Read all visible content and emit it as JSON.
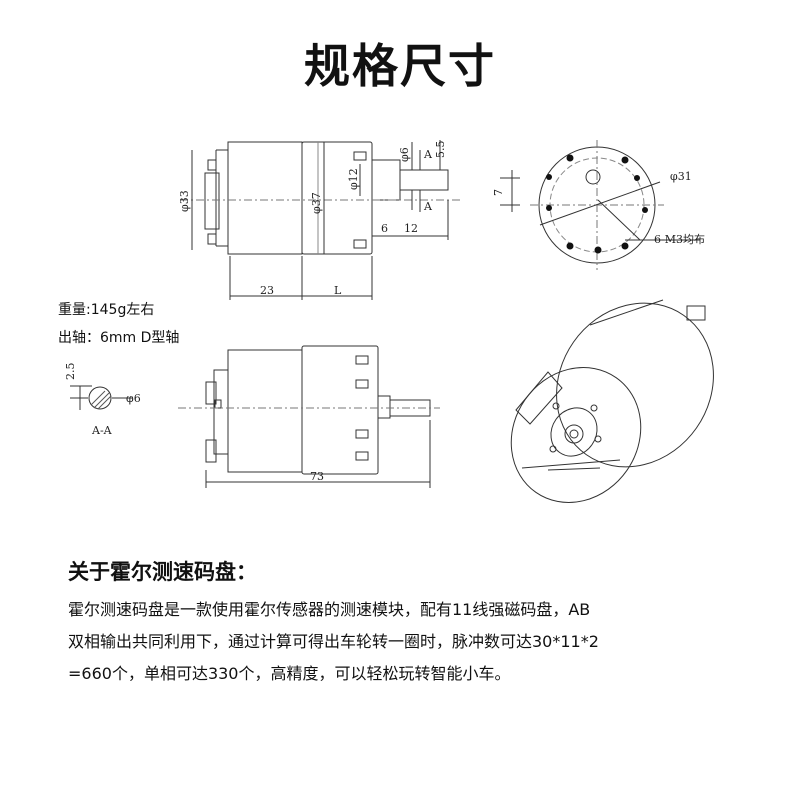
{
  "title": "规格尺寸",
  "specs": {
    "weight": "重量:145g左右",
    "shaft": "出轴：6mm D型轴"
  },
  "drawing_labels": {
    "dia33": "φ33",
    "dia37": "φ37",
    "dia12": "φ12",
    "dia6": "φ6",
    "dim55": "5.5",
    "dimA": "A",
    "dim6": "6",
    "dim12": "12",
    "dim23": "23",
    "dimL": "L",
    "dim7": "7",
    "dia31": "φ31",
    "m3": "6-M3均布",
    "dim25": "2.5",
    "sec_dia6": "φ6",
    "sectionAA": "A-A",
    "dim73": "73"
  },
  "hall": {
    "title": "关于霍尔测速码盘：",
    "lines": [
      "霍尔测速码盘是一款使用霍尔传感器的测速模块，配有11线强磁码盘，AB",
      "双相输出共同利用下，通过计算可得出车轮转一圈时，脉冲数可达30*11*2",
      "=660个，单相可达330个，高精度，可以轻松玩转智能小车。"
    ]
  }
}
